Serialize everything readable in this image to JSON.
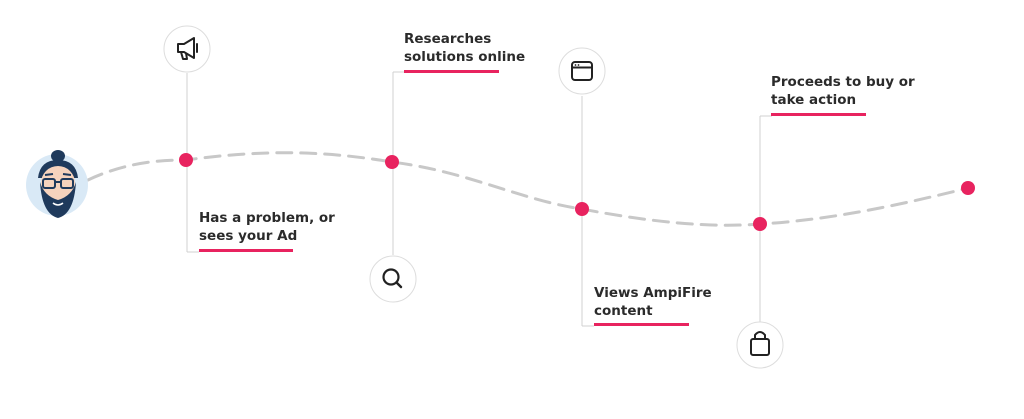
{
  "steps": [
    {
      "icon": "megaphone-icon",
      "label": [
        "Has a problem, or",
        "sees your Ad"
      ]
    },
    {
      "icon": "search-icon",
      "label": [
        "Researches",
        "solutions online"
      ]
    },
    {
      "icon": "browser-window-icon",
      "label": [
        "Views AmpiFire",
        "content"
      ]
    },
    {
      "icon": "shopping-bag-icon",
      "label": [
        "Proceeds to buy or",
        "take action"
      ]
    }
  ],
  "colors": {
    "accent": "#e8235f",
    "path": "#c8c8c8",
    "connector": "#d0d0d0",
    "text": "#2b2b2b",
    "icon_border": "#dddddd"
  }
}
